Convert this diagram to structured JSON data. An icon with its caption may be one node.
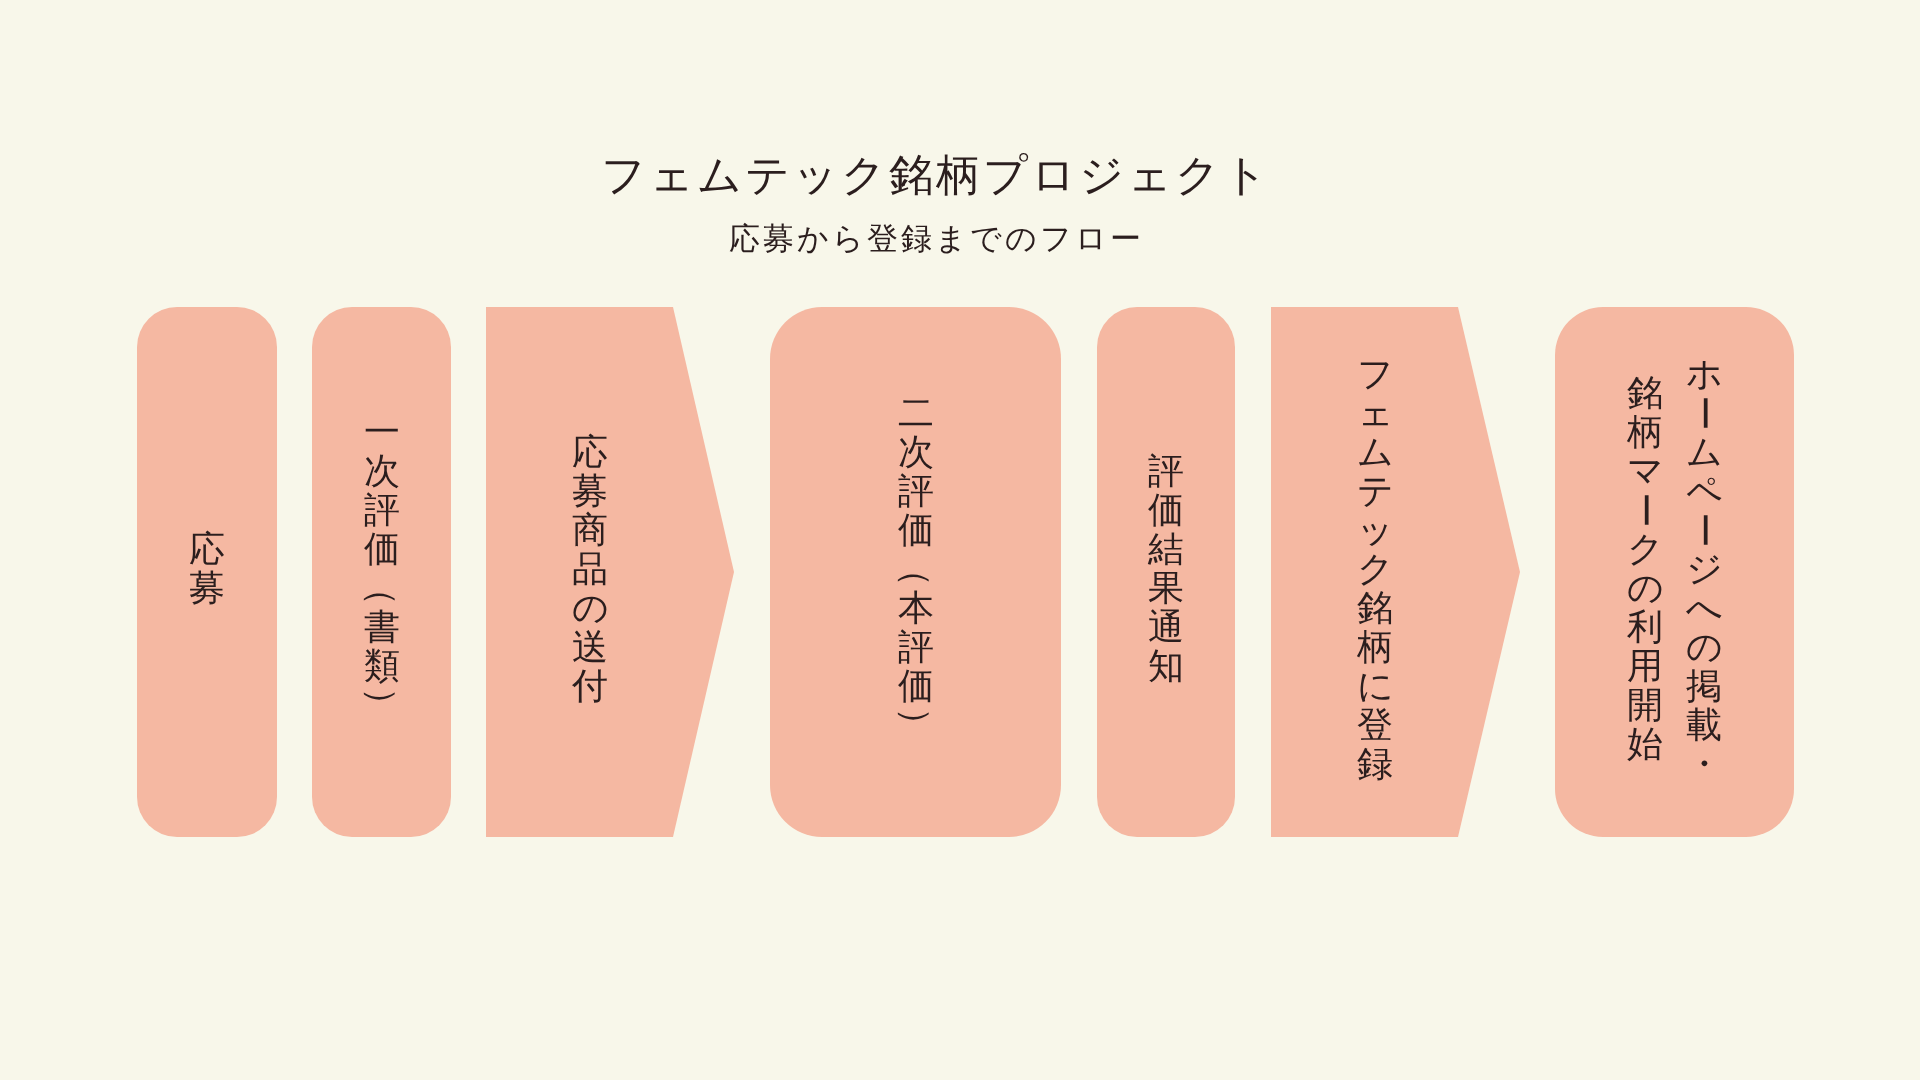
{
  "diagram": {
    "title": "フェムテック銘柄プロジェクト",
    "nodes": [
      {
        "text": [
          "応募"
        ]
      },
      {
        "text": [
          "一次評価（書類）"
        ]
      },
      {
        "text": [
          "応募商品の送付"
        ]
      },
      {
        "text": [
          "二次評価（本評価）"
        ]
      },
      {
        "text": [
          "評価結果通知"
        ]
      },
      {
        "text": [
          "フェムテック銘柄に登録"
        ]
      },
      {
        "text": [
          "ホームページへの掲載・銘柄マークの利用開始"
        ]
      }
    ],
    "labels": [
      "応募から登録までのフロー"
    ]
  }
}
